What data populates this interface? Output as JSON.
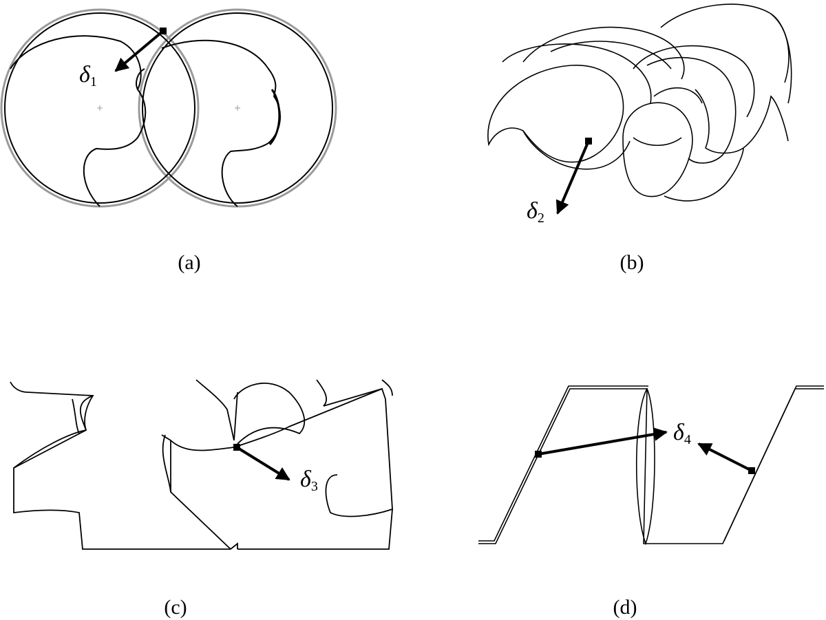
{
  "captions": {
    "a": "(a)",
    "b": "(b)",
    "c": "(c)",
    "d": "(d)"
  },
  "symbols": {
    "a": {
      "base": "δ",
      "sub": "1"
    },
    "b": {
      "base": "δ",
      "sub": "2"
    },
    "c": {
      "base": "δ",
      "sub": "3"
    },
    "d": {
      "base": "δ",
      "sub": "4"
    }
  },
  "colors": {
    "line": "#000000",
    "outer_ring": "#9a9a9a",
    "background": "#ffffff"
  }
}
